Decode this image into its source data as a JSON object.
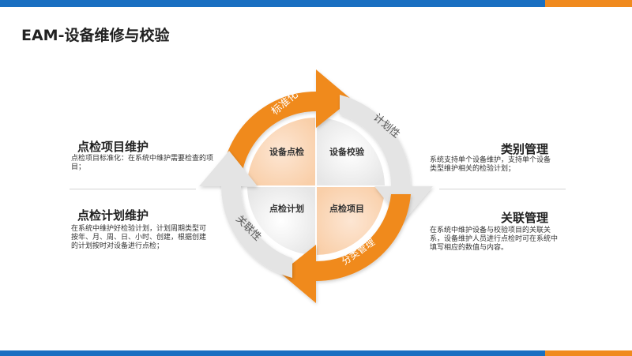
{
  "title": "EAM-设备维修与校验",
  "colors": {
    "blue": "#1a6fc1",
    "orange": "#f08a1e",
    "peach": "#fbd9bd",
    "grey": "#ebebeb"
  },
  "left": [
    {
      "heading": "点检项目维护",
      "desc": "点检项目标准化：在系统中维护需要检查的项目；"
    },
    {
      "heading": "点检计划维护",
      "desc": "在系统中维护好检验计划，计划周期类型可按年、月、周、日、小时、创建，根据创建的计划按时对设备进行点检；"
    }
  ],
  "right": [
    {
      "heading": "类别管理",
      "desc": "系统支持单个设备维护，支持单个设备类型维护相关的检验计划；"
    },
    {
      "heading": "关联管理",
      "desc": "在系统中维护设备与校验项目的关联关系，设备维护人员进行点检时可在系统中填写相应的数值与内容。"
    }
  ],
  "cycle": {
    "arrows": {
      "top_left": "标准化",
      "top_right": "计划性",
      "bottom_right": "分类管理",
      "bottom_left": "关联性"
    },
    "quadrants": {
      "tl": "设备点检",
      "tr": "设备校验",
      "bl": "点检计划",
      "br": "点检项目"
    }
  }
}
